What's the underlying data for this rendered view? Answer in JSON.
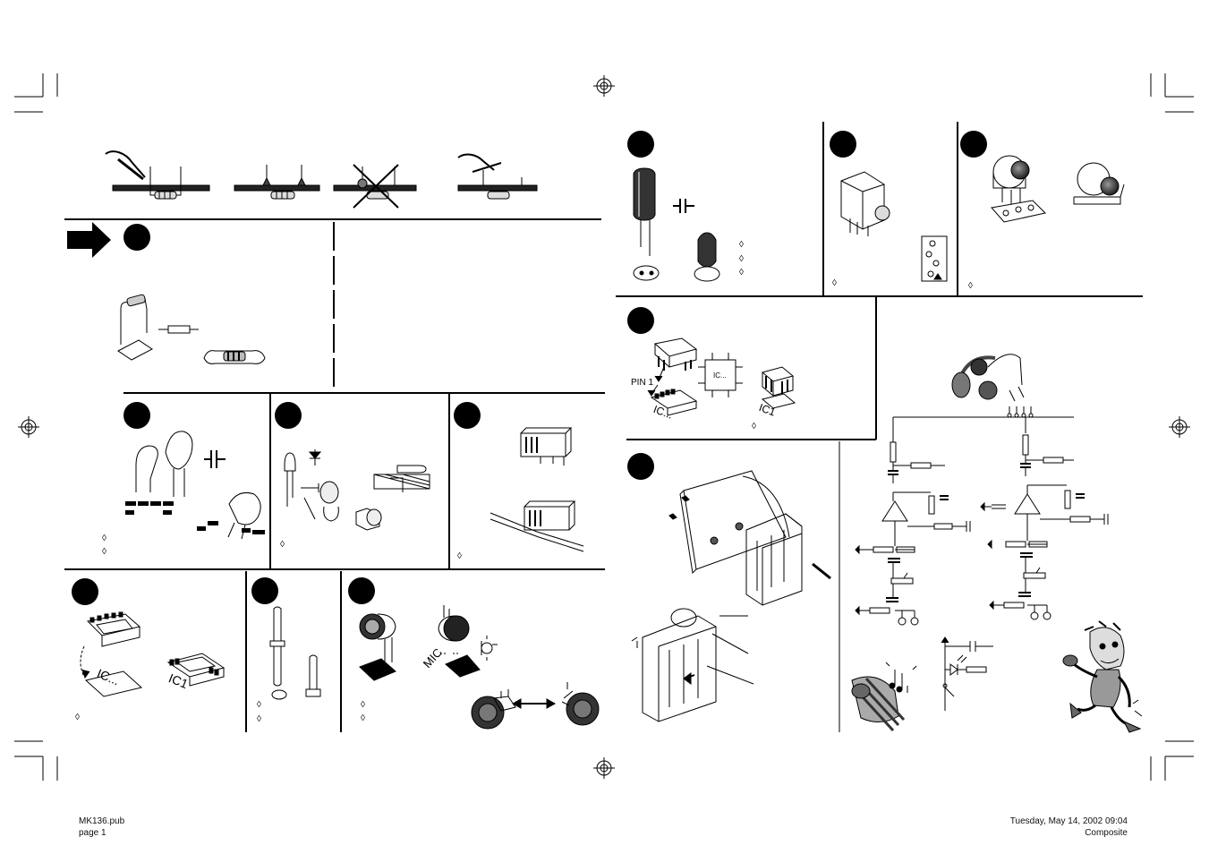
{
  "footer": {
    "file_name": "MK136.pub",
    "page": "page 1",
    "datetime": "Tuesday, May 14, 2002 09:04",
    "mode": "Composite"
  },
  "labels": {
    "pin1": "PIN 1",
    "ic_box": "IC...",
    "ic_socket": "IC...",
    "ic_mark": "IC1",
    "mic": "MIC",
    "bullet": "◊"
  }
}
